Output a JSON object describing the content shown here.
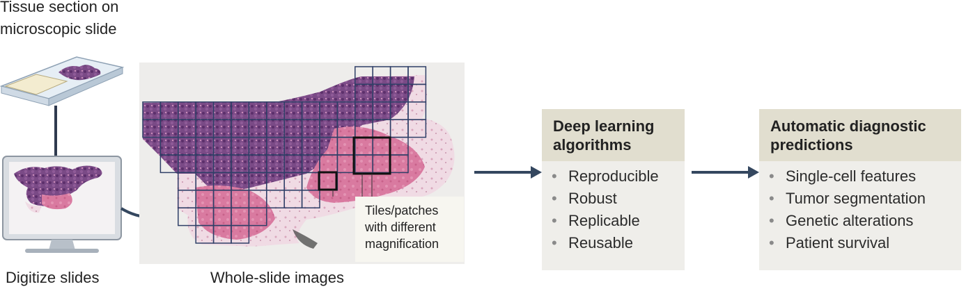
{
  "labels": {
    "slide_title": "Tissue section on microscopic slide",
    "digitize": "Digitize slides",
    "wsi": "Whole-slide images",
    "tiles_callout": "Tiles/patches with different magnification"
  },
  "deep_learning": {
    "title": "Deep learning algorithms",
    "items": [
      "Reproducible",
      "Robust",
      "Replicable",
      "Reusable"
    ]
  },
  "predictions": {
    "title": "Automatic diagnostic predictions",
    "items": [
      "Single-cell features",
      "Tumor segmentation",
      "Genetic alterations",
      "Patient survival"
    ]
  },
  "colors": {
    "panel_header": "#e1decf",
    "panel_body": "#efeeea",
    "arrow": "#34475f",
    "tissue_dark": "#6a3c78",
    "tissue_pink": "#d9779d",
    "grid": "#2f3f67"
  },
  "icons": [
    "glass-slide-icon",
    "monitor-icon",
    "arrow-right-icon"
  ]
}
